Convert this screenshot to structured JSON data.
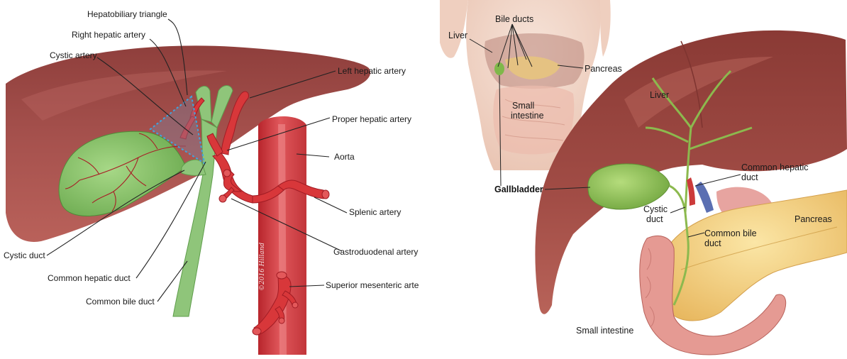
{
  "left_panel": {
    "labels": {
      "hepatobiliary_triangle": "Hepatobiliary triangle",
      "right_hepatic_artery": "Right hepatic artery",
      "cystic_artery": "Cystic artery",
      "left_hepatic_artery": "Left hepatic artery",
      "proper_hepatic_artery": "Proper hepatic artery",
      "aorta": "Aorta",
      "splenic_artery": "Splenic artery",
      "gastroduodenal_artery": "Gastroduodenal artery",
      "superior_mesenteric_artery": "Superior mesenteric arte",
      "cystic_duct": "Cystic duct",
      "common_hepatic_duct": "Common hepatic duct",
      "common_bile_duct": "Common bile duct"
    },
    "artist_signature": "©2016 Hilland"
  },
  "right_panel": {
    "labels": {
      "bile_ducts": "Bile ducts",
      "liver_inset": "Liver",
      "pancreas_inset": "Pancreas",
      "small_intestine_inset_line1": "Small",
      "small_intestine_inset_line2": "intestine",
      "gallbladder": "Gallbladder",
      "liver": "Liver",
      "common_hepatic_duct_line1": "Common hepatic",
      "common_hepatic_duct_line2": "duct",
      "cystic_duct_line1": "Cystic",
      "cystic_duct_line2": "duct",
      "common_bile_duct_line1": "Common bile",
      "common_bile_duct_line2": "duct",
      "pancreas": "Pancreas",
      "small_intestine": "Small intestine"
    }
  },
  "colors": {
    "liver": "#a2504c",
    "gallbladder": "#8fc96a",
    "artery": "#d8373a",
    "aorta": "#d9454a",
    "duct": "#9ccf86",
    "pancreas": "#f1cf7a",
    "skin": "#f2d6c9"
  }
}
